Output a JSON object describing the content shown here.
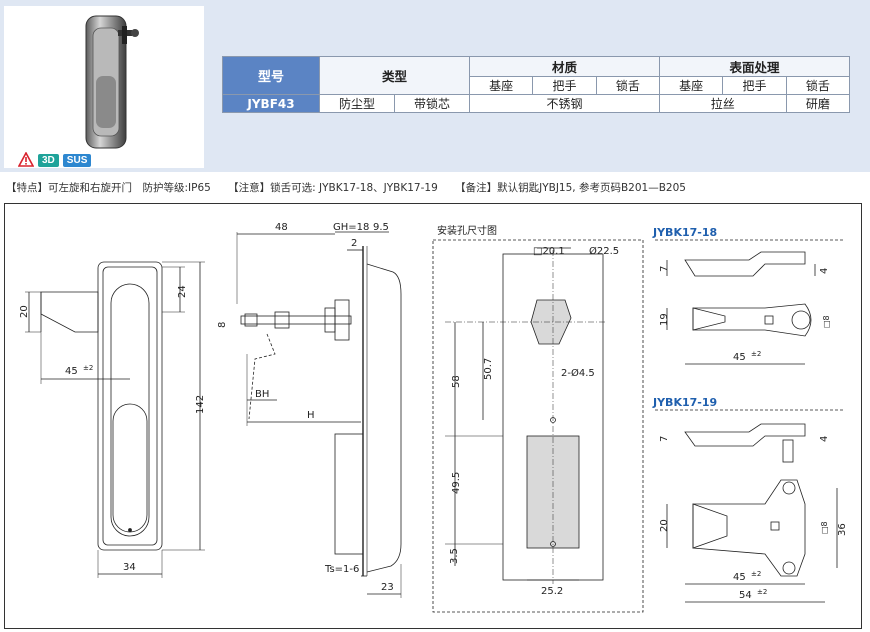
{
  "badges": {
    "b3d": "3D",
    "sus": "SUS"
  },
  "table": {
    "model_header": "型号",
    "type_header": "类型",
    "material_header": "材质",
    "surface_header": "表面处理",
    "sub": {
      "base": "基座",
      "handle": "把手",
      "tongue": "锁舌"
    },
    "row": {
      "model": "JYBF43",
      "type1": "防尘型",
      "type2": "带锁芯",
      "material": "不锈钢",
      "surface": "拉丝",
      "surface_tongue": "研磨"
    }
  },
  "notes": {
    "feature": "【特点】可左旋和右旋开门　防护等级:IP65",
    "caution": "【注意】锁舌可选: JYBK17-18、JYBK17-19",
    "remark": "【备注】默认钥匙JYBJ15, 参考页码B201—B205"
  },
  "drawing": {
    "front": {
      "d20": "20",
      "d45": "45",
      "tol": "±2",
      "d24": "24",
      "d142": "142",
      "d34": "34"
    },
    "side": {
      "d48": "48",
      "gh": "GH=18",
      "d95": "9.5",
      "d2": "2",
      "d8": "8",
      "bh": "BH",
      "h": "H",
      "ts": "Ts=1-6",
      "d23": "23"
    },
    "cutout": {
      "title": "安装孔尺寸图",
      "sq201": "□20.1",
      "dia225": "Ø22.5",
      "d507": "50.7",
      "d58": "58",
      "hole": "2-Ø4.5",
      "d495": "49.5",
      "d35": "3.5",
      "d252": "25.2"
    },
    "k18": {
      "title": "JYBK17-18",
      "d7": "7",
      "d4": "4",
      "d19": "19",
      "sq8": "□8",
      "d45": "45",
      "tol": "±2"
    },
    "k19": {
      "title": "JYBK17-19",
      "d7": "7",
      "d4": "4",
      "d20": "20",
      "sq8": "□8",
      "d36": "36",
      "d45": "45",
      "d54": "54",
      "tol": "±2"
    }
  },
  "colors": {
    "table_header": "#5b84c4",
    "band": "#dfe7f3",
    "badge_3d": "#1fa39a",
    "badge_sus": "#2d87d0",
    "warning": "#d9232e"
  }
}
